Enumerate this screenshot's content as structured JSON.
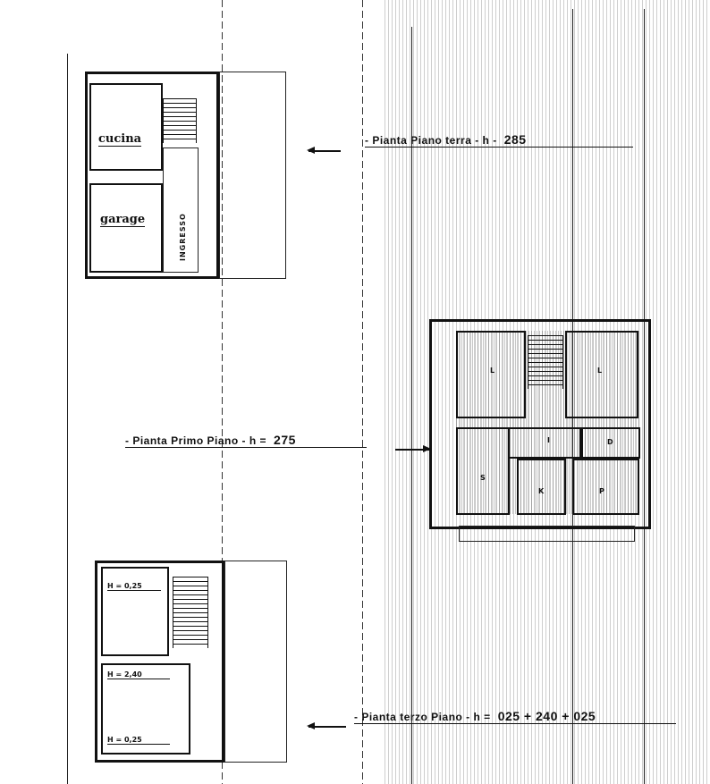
{
  "document": {
    "type": "architectural floor plans (scanned)",
    "plans": [
      {
        "id": "ground",
        "title": "- Pianta Piano terra - h -",
        "height": "285",
        "rooms": [
          {
            "label": "cucina"
          },
          {
            "label": "garage"
          },
          {
            "label": "INGRESSO"
          }
        ]
      },
      {
        "id": "first",
        "title": "- Pianta Primo Piano - h =",
        "height": "275",
        "rooms": [
          {
            "label": "L"
          },
          {
            "label": "L"
          },
          {
            "label": "I"
          },
          {
            "label": "D"
          },
          {
            "label": "S"
          },
          {
            "label": "K"
          },
          {
            "label": "P"
          }
        ]
      },
      {
        "id": "third",
        "title": "- Pianta terzo Piano - h =",
        "height": "025 + 240 + 025",
        "heights": [
          {
            "label": "H = 0,25"
          },
          {
            "label": "H = 2,40"
          },
          {
            "label": "H = 0,25"
          }
        ]
      }
    ]
  }
}
